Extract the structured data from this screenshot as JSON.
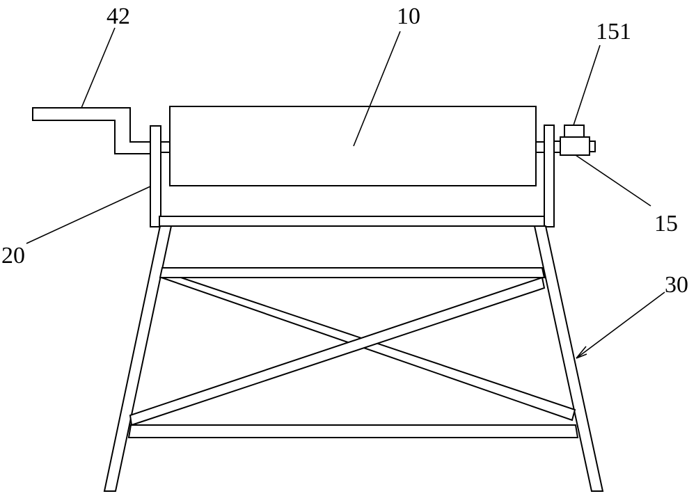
{
  "labels": {
    "roller": "10",
    "frame_side": "20",
    "stand": "30",
    "crank_handle": "42",
    "motor": "15",
    "motor_part": "151"
  }
}
